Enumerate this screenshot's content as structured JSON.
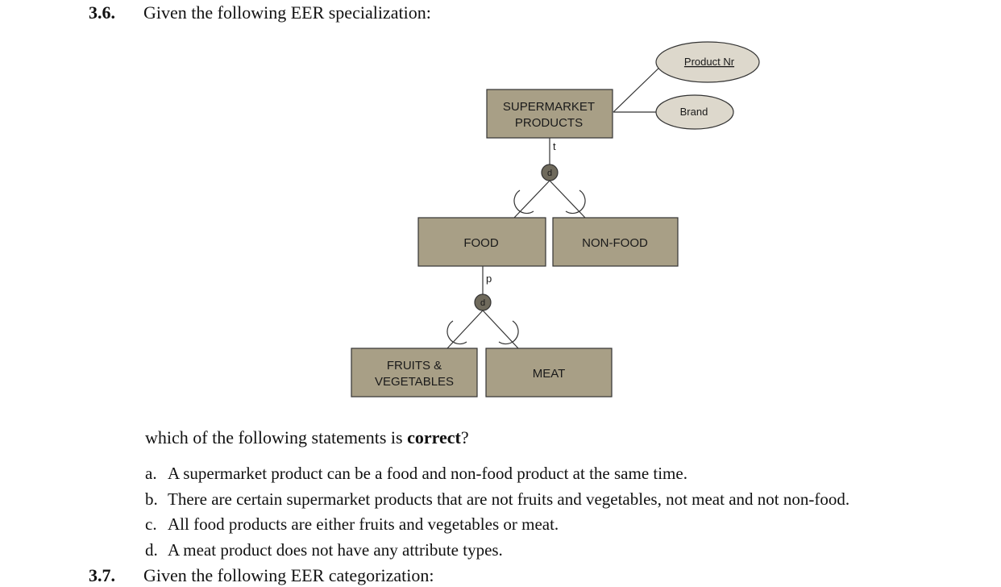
{
  "question": {
    "number": "3.6.",
    "intro": "Given the following EER specialization:"
  },
  "diagram": {
    "superclass": {
      "line1": "SUPERMARKET",
      "line2": "PRODUCTS"
    },
    "attributes": {
      "key": "Product Nr",
      "other": "Brand"
    },
    "top_specialization": {
      "participation": "t",
      "disjointness": "d"
    },
    "level1_subclasses": {
      "food": "FOOD",
      "nonfood": "NON-FOOD"
    },
    "food_specialization": {
      "participation": "p",
      "disjointness": "d"
    },
    "level2_subclasses": {
      "fv_line1": "FRUITS &",
      "fv_line2": "VEGETABLES",
      "meat": "MEAT"
    },
    "colors": {
      "entity_fill": "#a89f86",
      "attribute_fill": "#ddd8cc",
      "circle_fill": "#6f6a5c",
      "stroke": "#333333"
    }
  },
  "prompt": {
    "before": "which of the following statements is ",
    "bold": "correct",
    "after": "?"
  },
  "options": [
    {
      "letter": "a.",
      "text": "A supermarket product can be a food and non-food product at the same time."
    },
    {
      "letter": "b.",
      "text": "There are certain supermarket products that are not fruits and vegetables, not meat and not non-food."
    },
    {
      "letter": "c.",
      "text": "All food products are either fruits and vegetables or meat."
    },
    {
      "letter": "d.",
      "text": "A meat product does not have any attribute types."
    }
  ],
  "next_question": {
    "number": "3.7.",
    "text": "Given the following EER categorization:"
  }
}
